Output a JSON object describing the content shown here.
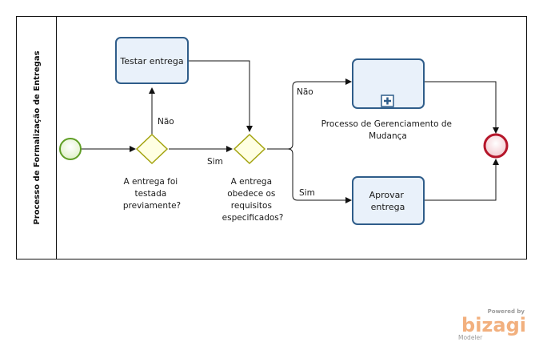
{
  "pool": {
    "label": "Processo de Formalização de Entregas"
  },
  "tasks": {
    "testar": {
      "label": "Testar entrega"
    },
    "gerenciamento": {
      "label": "Processo de Gerenciamento de Mudança",
      "lines": [
        "Processo de Gerenciamento de",
        "Mudança"
      ]
    },
    "aprovar": {
      "label": "Aprovar entrega",
      "lines": [
        "Aprovar",
        "entrega"
      ]
    }
  },
  "gateways": {
    "g1": {
      "label": "A entrega foi testada previamente?",
      "lines": [
        "A entrega foi",
        "testada",
        "previamente?"
      ]
    },
    "g2": {
      "label": "A entrega obedece os requisitos especificados?",
      "lines": [
        "A entrega",
        "obedece os",
        "requisitos",
        "especificados?"
      ]
    }
  },
  "flows": {
    "g1_nao": "Não",
    "g1_sim": "Sim",
    "g2_nao": "Não",
    "g2_sim": "Sim"
  },
  "watermark": {
    "powered_by": "Powered by",
    "logo": "bizagi",
    "product": "Modeler"
  },
  "colors": {
    "task_border": "#2f5d8a",
    "task_fill": "#e9f1fa",
    "gateway_border": "#a3a30e",
    "gateway_fill": "#ffffe3",
    "start_border": "#5f9e25",
    "start_fill": "#e9f7d9",
    "end_border": "#b5162a",
    "end_fill": "#f9dada",
    "watermark": "#f2b07e"
  }
}
